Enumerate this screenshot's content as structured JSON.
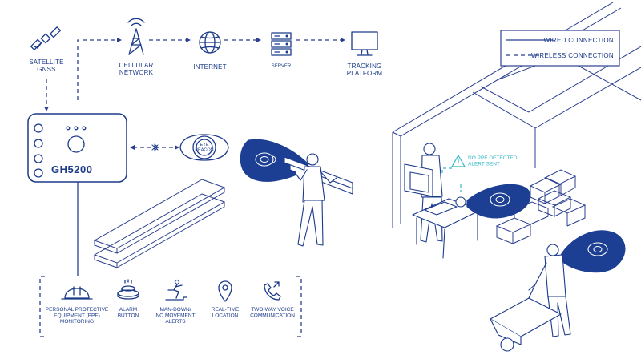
{
  "nodes": {
    "satellite": "SATELLITE\nGNSS",
    "cellular": "CELLULAR\nNETWORK",
    "internet": "INTERNET",
    "server": "SERVER",
    "tracking": "TRACKING\nPLATFORM",
    "device": "GH5200",
    "beacon": "EYE\nBEACON"
  },
  "legend": {
    "wired": "WIRED CONNECTION",
    "wireless": "WIRELESS CONNECTION"
  },
  "alert": "NO PPE DETECTED\nALERT SENT",
  "features": [
    {
      "label": "PERSONAL PROTECTIVE\nEQUIPMENT (PPE)\nMONITORING",
      "icon": "hard-hat-icon"
    },
    {
      "label": "ALARM\nBUTTON",
      "icon": "alarm-button-icon"
    },
    {
      "label": "MAN-DOWN/\nNO MOVEMENT\nALERTS",
      "icon": "man-down-icon"
    },
    {
      "label": "REAL-TIME\nLOCATION",
      "icon": "location-pin-icon"
    },
    {
      "label": "TWO-WAY VOICE\nCOMMUNICATION",
      "icon": "phone-icon"
    }
  ],
  "colors": {
    "primary": "#1b3a8a",
    "cone": "#1c3f93",
    "alert": "#36b7c8"
  }
}
